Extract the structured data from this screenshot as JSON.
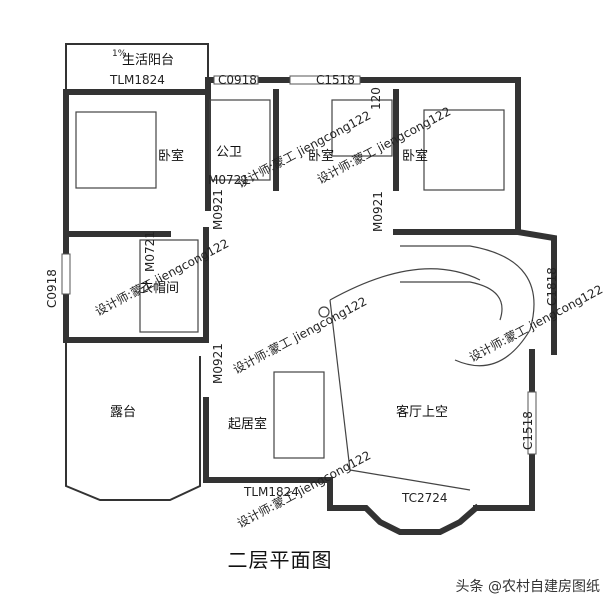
{
  "caption": "二层平面图",
  "source": "头条 @农村自建房图纸",
  "rooms": {
    "balcony": "生活阳台",
    "bedroom1": "卧室",
    "bathroom": "公卫",
    "bedroom2": "卧室",
    "bedroom3": "卧室",
    "closet": "衣帽间",
    "terrace": "露台",
    "living": "起居室",
    "void": "客厅上空"
  },
  "labels": {
    "balcony_tag": "1%",
    "tlm_top": "TLM1824",
    "c0918_top": "C0918",
    "c1518_top": "C1518",
    "m0721_a": "M0721",
    "m0921_a": "M0921",
    "m0921_b": "M0921",
    "c0918_left": "C0918",
    "m0721_b": "M0721",
    "m0921_c": "M0921",
    "c1818": "C1818",
    "c1518_right": "C1518",
    "tlm_bottom": "TLM1824",
    "tc2724": "TC2724",
    "num_120": "120"
  },
  "watermarks": [
    "设计师:蒙工 jiengcong122",
    "设计师:蒙工 jiengcong122",
    "设计师:蒙工 jiengcong122",
    "设计师:蒙工 jiengcong122",
    "设计师:蒙工 jiengcong122",
    "设计师:蒙工 jiengcong122"
  ]
}
